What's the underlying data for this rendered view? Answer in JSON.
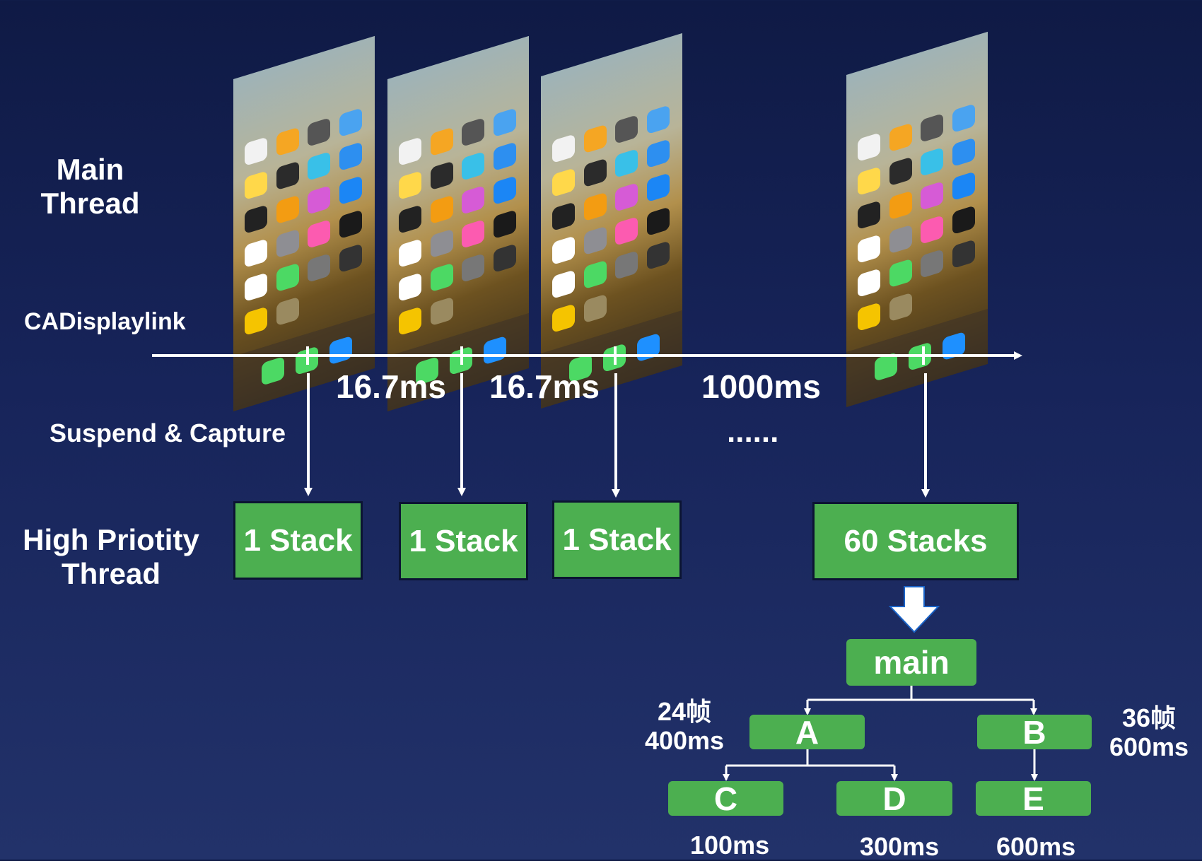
{
  "labels": {
    "main_thread": [
      "Main",
      "Thread"
    ],
    "cadisplaylink": "CADisplaylink",
    "suspend_capture": "Suspend & Capture",
    "high_priority_thread": [
      "High Priotity",
      "Thread"
    ]
  },
  "intervals": [
    "16.7ms",
    "16.7ms",
    "1000ms"
  ],
  "ellipsis": "......",
  "stacks": [
    "1 Stack",
    "1 Stack",
    "1 Stack",
    "60 Stacks"
  ],
  "tree": {
    "root": "main",
    "a": "A",
    "b": "B",
    "c": "C",
    "d": "D",
    "e": "E",
    "a_info": [
      "24帧",
      "400ms"
    ],
    "b_info": [
      "36帧",
      "600ms"
    ],
    "c_time": "100ms",
    "d_time": "300ms",
    "e_time": "600ms"
  },
  "colors": {
    "node_green": "#4caf50",
    "background_top": "#0f1a45",
    "background_bottom": "#22326a"
  },
  "icons": [
    "iphone-home-screen-image",
    "timeline-arrow",
    "capture-arrow",
    "down-arrow-icon"
  ]
}
